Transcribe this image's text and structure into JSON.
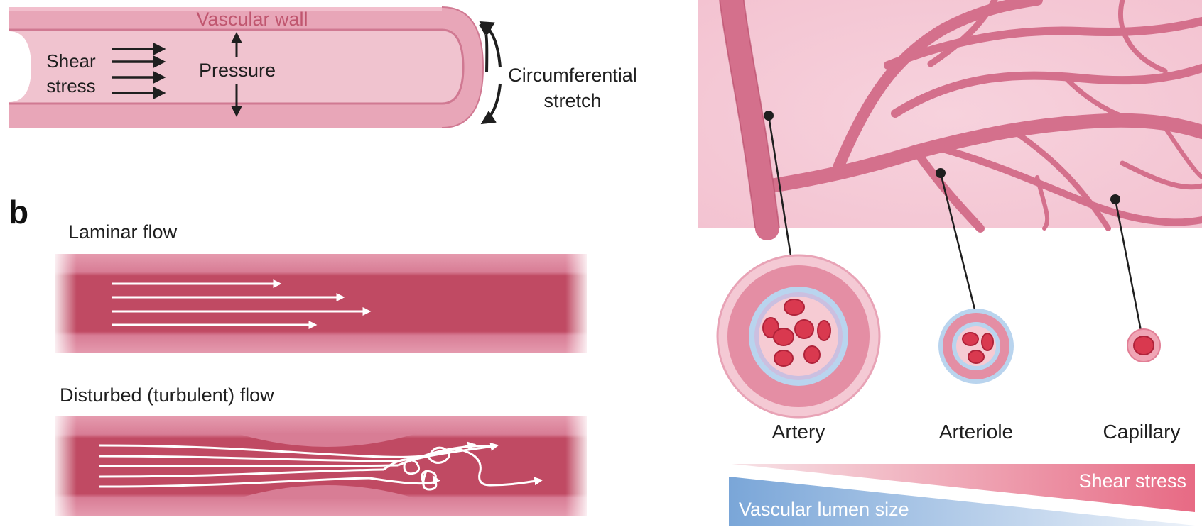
{
  "panel_a": {
    "wall_label": "Vascular wall",
    "shear_line1": "Shear",
    "shear_line2": "stress",
    "pressure_label": "Pressure",
    "circ_line1": "Circumferential",
    "circ_line2": "stretch"
  },
  "panel_b": {
    "letter": "b",
    "laminar_title": "Laminar flow",
    "disturbed_title": "Disturbed (turbulent) flow"
  },
  "panel_c": {
    "vessels": [
      {
        "label": "Artery"
      },
      {
        "label": "Arteriole"
      },
      {
        "label": "Capillary"
      }
    ],
    "gradient_shear_label": "Shear stress",
    "gradient_lumen_label": "Vascular lumen size"
  },
  "colors": {
    "wall_pink": "#e8a6b8",
    "wall_dark": "#d07992",
    "lumen_light": "#f0c3cf",
    "blood_red": "#c04a63",
    "wall_label_color": "#c0566f",
    "shear_gradient_end": "#e76a84",
    "lumen_gradient_start": "#7aa6d8"
  }
}
